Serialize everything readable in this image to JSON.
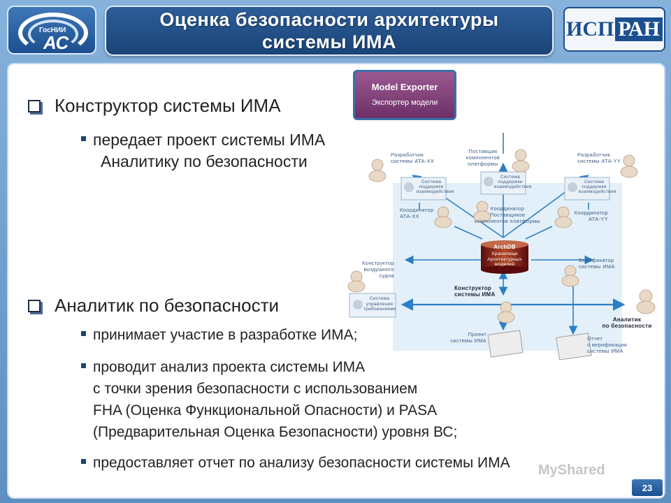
{
  "header": {
    "title_line1": "Оценка безопасности архитектуры",
    "title_line2": "системы ИМА",
    "logo_left_small": "ГосНИИ",
    "logo_left_big": "АС",
    "logo_right_a": "ИСП",
    "logo_right_b": "РАН"
  },
  "content": {
    "b1": "Конструктор системы ИМА",
    "b1_sub_line1": "передает проект системы ИМА",
    "b1_sub_line2": "Аналитику по безопасности",
    "b2": "Аналитик по безопасности",
    "b2_sub1": "принимает участие в разработке ИМА;",
    "b2_sub2_line1": "проводит анализ проекта системы ИМА",
    "b2_sub2_line2": "с точки зрения безопасности с использованием",
    "b2_sub2_line3": "FHA (Оценка Функциональной Опасности) и PASA",
    "b2_sub2_line4": "(Предварительная Оценка Безопасности) уровня ВС;",
    "b2_sub3": "предоставляет отчет по анализу безопасности системы ИМА"
  },
  "model_exporter": {
    "title": "Model Exporter",
    "subtitle": "Экспортер модели"
  },
  "diagram": {
    "dev_xx": [
      "Разработчик",
      "системы АТА-ХХ"
    ],
    "supplier": [
      "Поставщик",
      "компонентов",
      "платформы"
    ],
    "dev_yy": [
      "Разработчик",
      "системы АТА-YY"
    ],
    "support_xx": [
      "Система",
      "поддержки",
      "взаимодействия"
    ],
    "support_mid": [
      "Система",
      "поддержки",
      "взаимодействия"
    ],
    "support_yy": [
      "Система",
      "поддержки",
      "взаимодействия"
    ],
    "coord_xx": [
      "Координатор",
      "АТА-ХХ"
    ],
    "coord_supp": [
      "Координатор",
      "Поставщиков",
      "компонентов платформы"
    ],
    "coord_yy": [
      "Координатор",
      "АТА-YY"
    ],
    "archdb_title": "ArchDB",
    "archdb_sub": [
      "Хранилище",
      "Архитектурных",
      "моделей"
    ],
    "aircraft_designer": [
      "Конструктор",
      "воздушного",
      "судна"
    ],
    "verifier": [
      "Верификатор",
      "системы ИМА"
    ],
    "req_system": [
      "Система",
      "управления",
      "требованиями"
    ],
    "ima_designer": [
      "Конструктор",
      "системы ИМА"
    ],
    "safety_analyst": [
      "Аналитик",
      "по безопасности"
    ],
    "ima_project": [
      "Проект",
      "системы ИМА"
    ],
    "verif_report": [
      "Отчет",
      "о верификации",
      "системы ИМА"
    ]
  },
  "footer": {
    "page": "23",
    "watermark": "MyShared"
  },
  "colors": {
    "title_bg": "#1a4478",
    "accent": "#1c4f8f",
    "arrow": "#2c7fc4",
    "exporter": "#7b3a74"
  }
}
